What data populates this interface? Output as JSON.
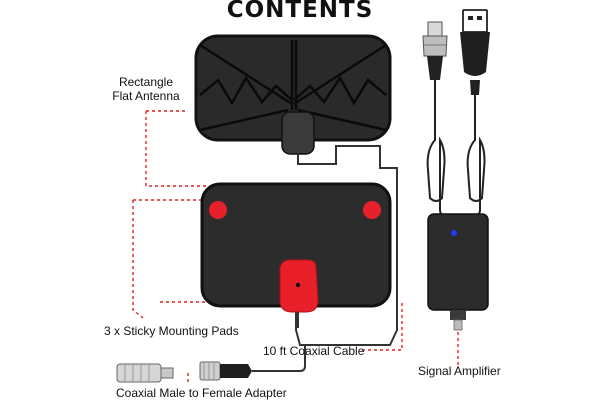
{
  "title": "CONTENTS",
  "labels": {
    "antenna": [
      "Rectangle",
      "Flat Antenna"
    ],
    "pads": "3 x Sticky Mounting Pads",
    "cable": "10 ft Coaxial Cable",
    "amplifier": "Signal Amplifier",
    "adapter": "Coaxial Male to Female Adapter"
  },
  "colors": {
    "callout": "#e02020",
    "antenna_body": "#2a2a2a",
    "antenna_border": "#111111",
    "pad_red": "#e8202a",
    "led_blue": "#1e3cff",
    "cable": "#333333",
    "amplifier_body": "#2b2b2b"
  },
  "icons": [
    "usb-plug-icon",
    "coaxial-connector-icon",
    "coaxial-adapter-icon"
  ]
}
